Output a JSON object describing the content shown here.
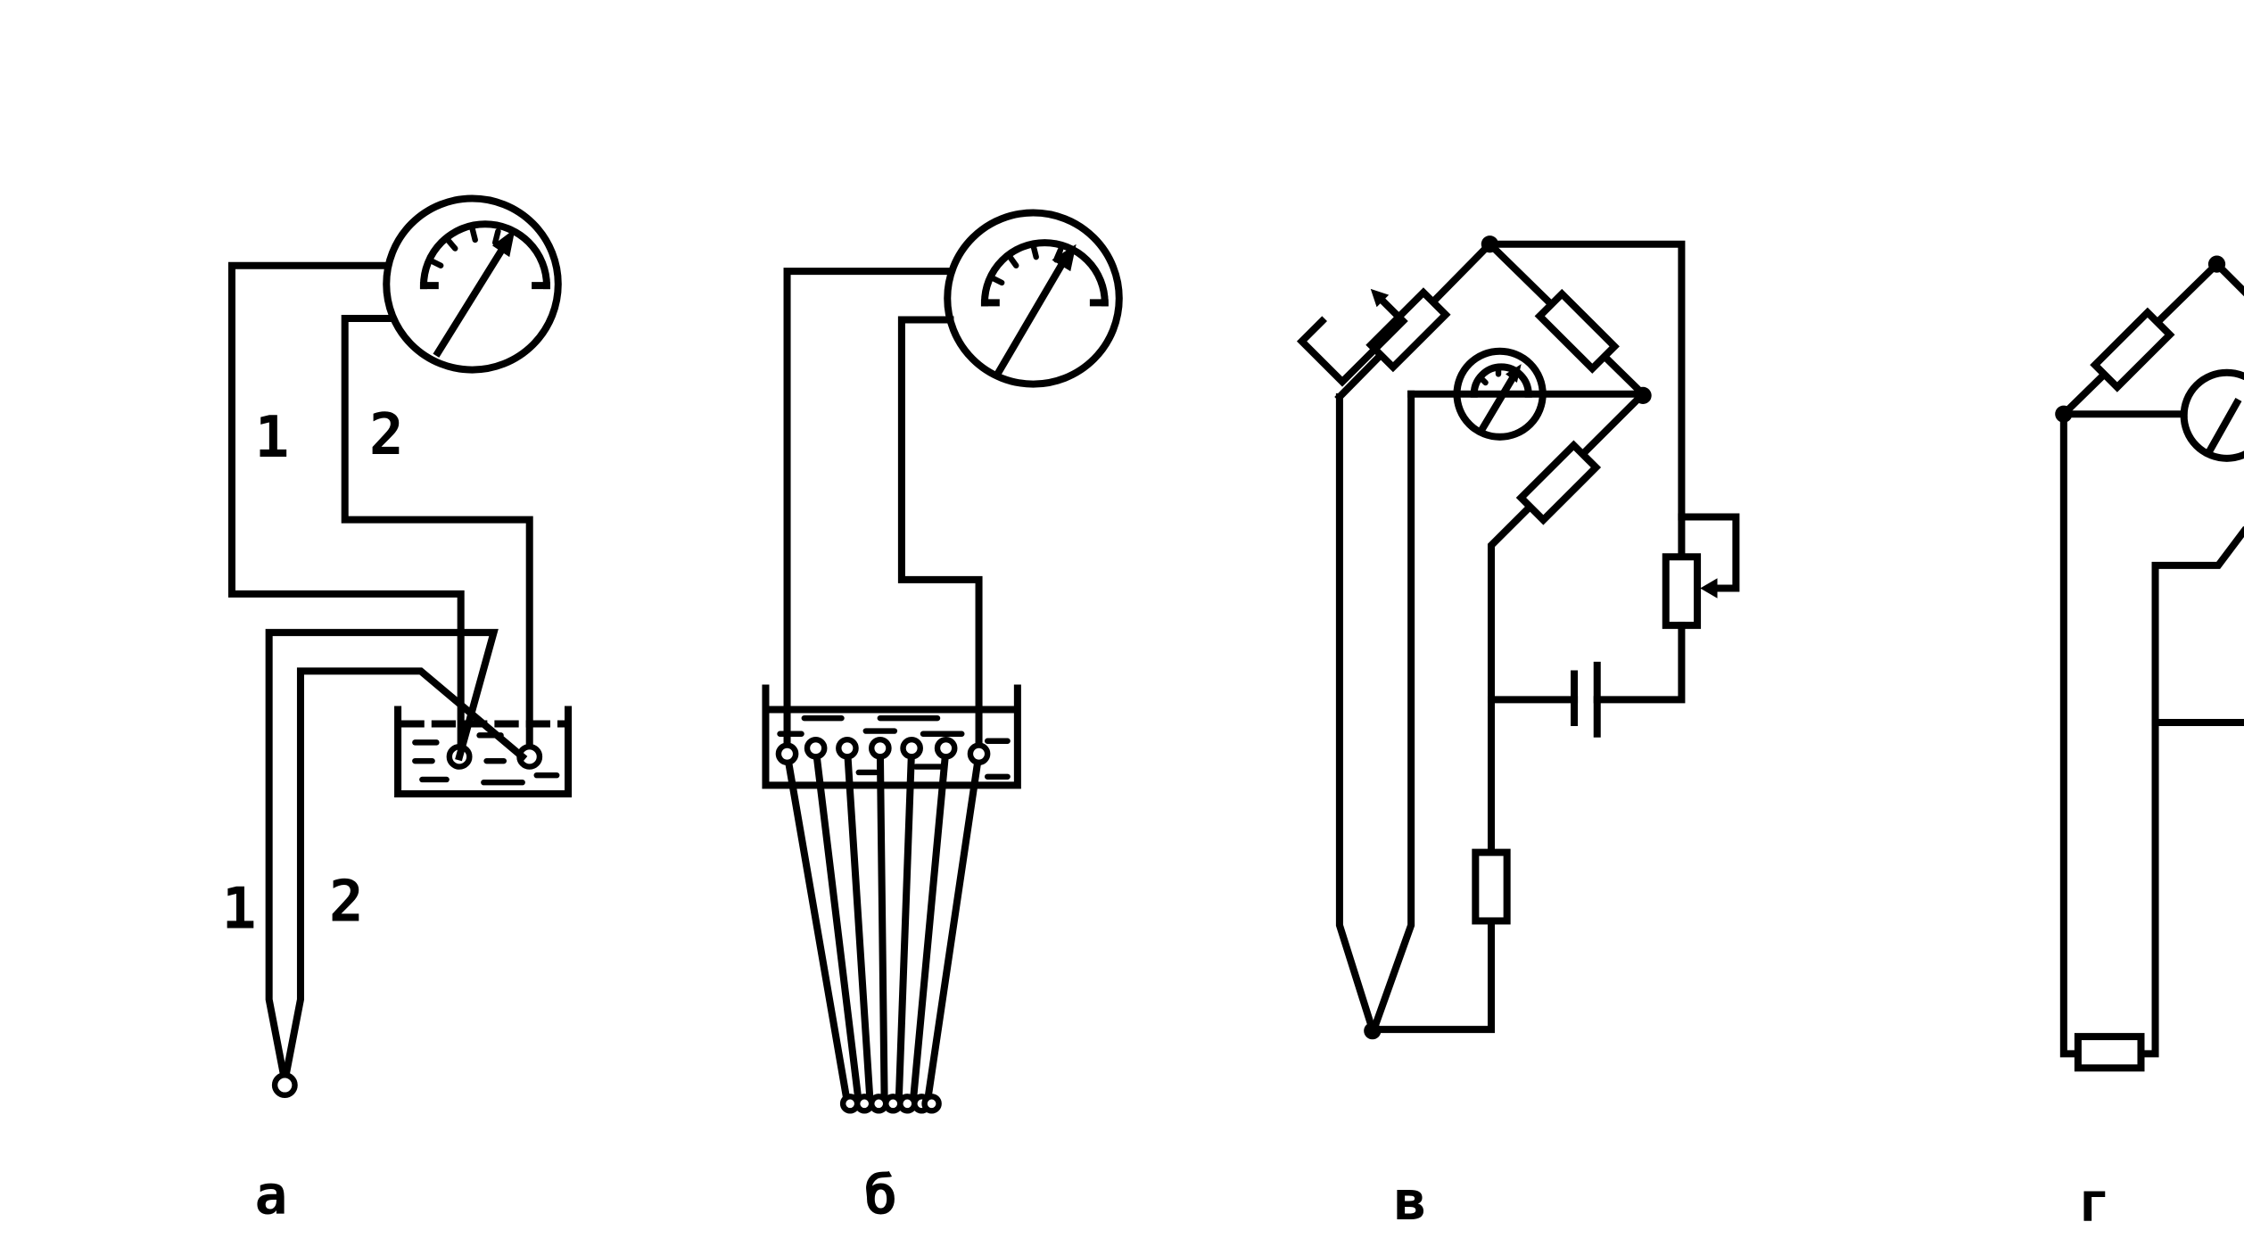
{
  "labels": {
    "wire_1_upper": "1",
    "wire_2_upper": "2",
    "wire_1_lower": "1",
    "wire_2_lower": "2"
  },
  "captions": {
    "a": "а",
    "b": "б",
    "v": "в",
    "g": "г"
  }
}
